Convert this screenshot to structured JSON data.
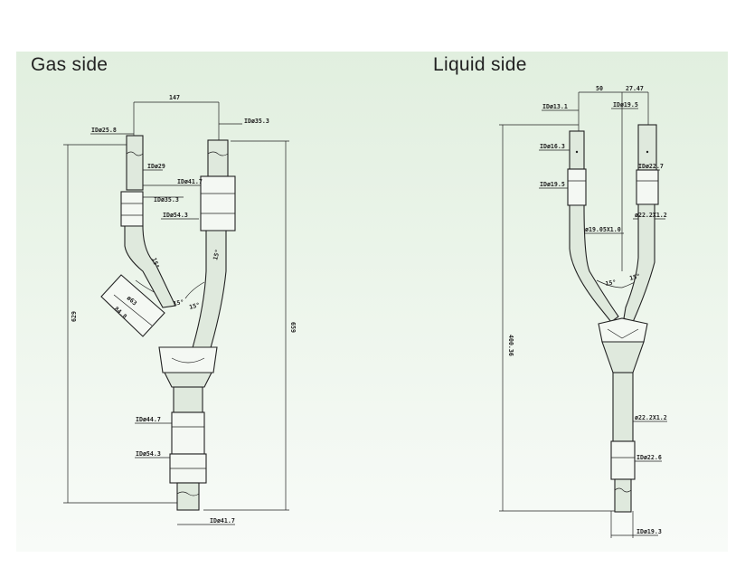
{
  "gas": {
    "title": "Gas side",
    "dims": {
      "top_spacing": "147",
      "id_right_top": "IDø35.3",
      "id_left_top": "IDø25.8",
      "id_29": "IDø29",
      "id_41_7_upper": "IDø41.7",
      "id_35_3": "IDø35.3",
      "id_54_3_upper": "IDø54.3",
      "angle_left": "15°",
      "angle_right": "15°",
      "dim_63": "ø63",
      "dim_84_8": "84.8",
      "angle_left_inner": "15°",
      "angle_right_inner": "15°",
      "height_left": "629",
      "height_right": "659",
      "id_44_7": "IDø44.7",
      "id_54_3_lower": "IDø54.3",
      "id_41_7_bottom": "IDø41.7"
    }
  },
  "liquid": {
    "title": "Liquid side",
    "dims": {
      "spacing_50": "50",
      "spacing_27": "27.47",
      "id_13_1": "IDø13.1",
      "id_19_5_top": "IDø19.5",
      "id_16_3": "IDø16.3",
      "id_22_7": "IDø22.7",
      "id_19_5_left": "IDø19.5",
      "od_22_2_upper": "ø22.2X1.2",
      "od_19_05": "ø19.05X1.0",
      "angle_left": "15°",
      "angle_right": "15°",
      "height": "400.36",
      "od_22_2_lower": "ø22.2X1.2",
      "id_22_6": "IDø22.6",
      "id_19_3": "IDø19.3"
    }
  }
}
